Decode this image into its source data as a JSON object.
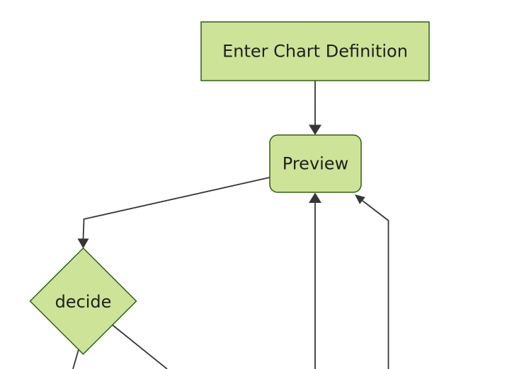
{
  "diagram": {
    "type": "flowchart",
    "direction": "top-down",
    "background": "#ffffff",
    "node_fill": "#cde498",
    "node_stroke": "#2e5f17",
    "edge_color": "#363636",
    "text_color": "#1f1f1f",
    "nodes": [
      {
        "id": "enter-chart-definition",
        "shape": "rectangle",
        "label": "Enter Chart Definition"
      },
      {
        "id": "preview",
        "shape": "rounded-rectangle",
        "label": "Preview"
      },
      {
        "id": "decide",
        "shape": "diamond",
        "label": "decide"
      }
    ],
    "edges": [
      {
        "from": "enter-chart-definition",
        "to": "preview"
      },
      {
        "from": "preview",
        "to": "decide"
      },
      {
        "from": "offscreen-bottom",
        "to": "preview"
      },
      {
        "from": "offscreen-bottom",
        "to": "preview"
      },
      {
        "from": "decide",
        "to": "offscreen-bottom"
      },
      {
        "from": "decide",
        "to": "offscreen-bottom"
      }
    ]
  }
}
